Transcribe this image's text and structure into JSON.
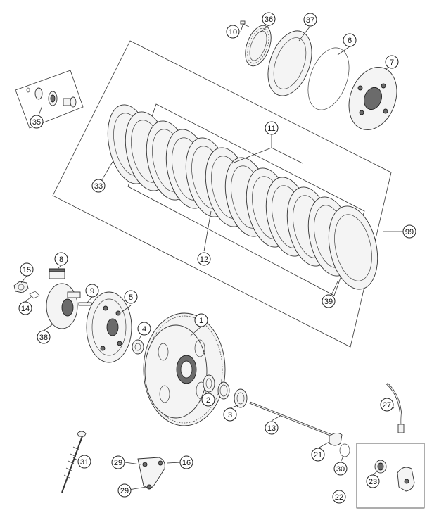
{
  "callouts": [
    {
      "id": "c1",
      "label": "1"
    },
    {
      "id": "c2",
      "label": "2"
    },
    {
      "id": "c3",
      "label": "3"
    },
    {
      "id": "c4",
      "label": "4"
    },
    {
      "id": "c5",
      "label": "5"
    },
    {
      "id": "c6",
      "label": "6"
    },
    {
      "id": "c7",
      "label": "7"
    },
    {
      "id": "c8",
      "label": "8"
    },
    {
      "id": "c9",
      "label": "9"
    },
    {
      "id": "c10",
      "label": "10"
    },
    {
      "id": "c11",
      "label": "11"
    },
    {
      "id": "c12",
      "label": "12"
    },
    {
      "id": "c13",
      "label": "13"
    },
    {
      "id": "c14",
      "label": "14"
    },
    {
      "id": "c15",
      "label": "15"
    },
    {
      "id": "c16",
      "label": "16"
    },
    {
      "id": "c21",
      "label": "21"
    },
    {
      "id": "c22",
      "label": "22"
    },
    {
      "id": "c23",
      "label": "23"
    },
    {
      "id": "c27",
      "label": "27"
    },
    {
      "id": "c29a",
      "label": "29"
    },
    {
      "id": "c29b",
      "label": "29"
    },
    {
      "id": "c30",
      "label": "30"
    },
    {
      "id": "c31",
      "label": "31"
    },
    {
      "id": "c33",
      "label": "33"
    },
    {
      "id": "c35",
      "label": "35"
    },
    {
      "id": "c36",
      "label": "36"
    },
    {
      "id": "c37",
      "label": "37"
    },
    {
      "id": "c38",
      "label": "38"
    },
    {
      "id": "c39",
      "label": "39"
    },
    {
      "id": "c99",
      "label": "99"
    }
  ]
}
